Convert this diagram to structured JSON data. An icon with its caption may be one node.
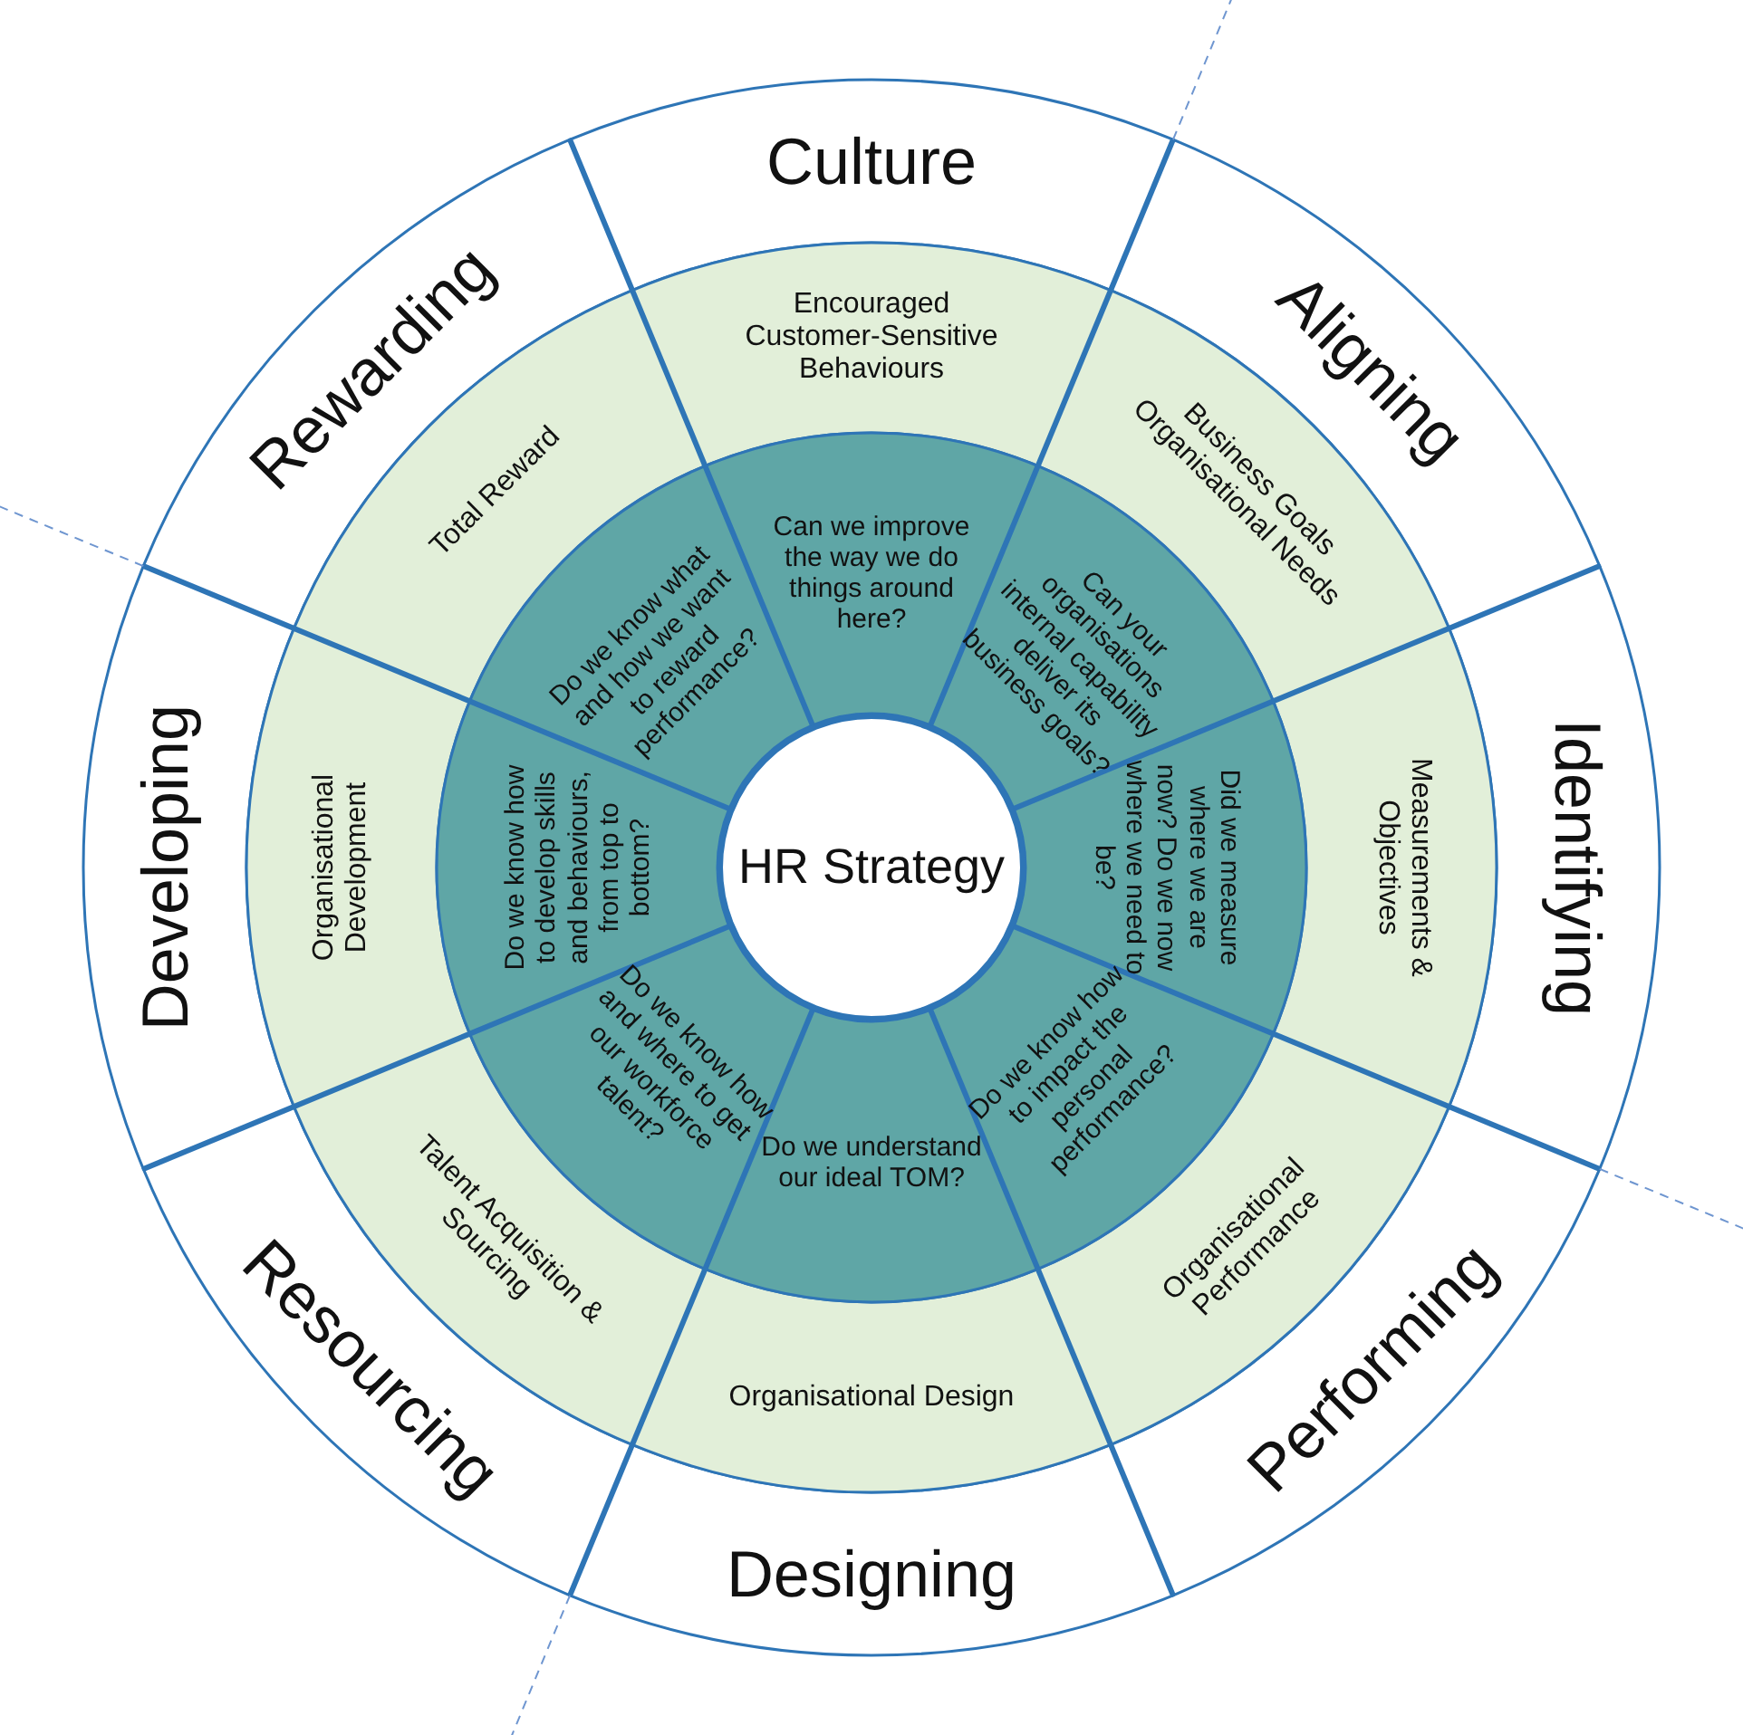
{
  "diagram": {
    "nodes": [
      {
        "text": [
          "HR Strategy"
        ]
      },
      {
        "text": [
          "Culture"
        ]
      },
      {
        "text": [
          "Encouraged Customer-Sensitive Behaviours"
        ]
      },
      {
        "text": [
          "Can we improve the way we do things around here?"
        ]
      },
      {
        "text": [
          "Aligning"
        ]
      },
      {
        "text": [
          "Business Goals Organisational Needs"
        ]
      },
      {
        "text": [
          "Can your organisations internal capability deliver its business goals?"
        ]
      },
      {
        "text": [
          "Identifying"
        ]
      },
      {
        "text": [
          "Measurements & Objectives"
        ]
      },
      {
        "text": [
          "Did we measure where we are now? Do we now where we need to be?"
        ]
      },
      {
        "text": [
          "Performing"
        ]
      },
      {
        "text": [
          "Organisational Performance"
        ]
      },
      {
        "text": [
          "Do we know how to impact the personal performance?"
        ]
      },
      {
        "text": [
          "Designing"
        ]
      },
      {
        "text": [
          "Organisational Design"
        ]
      },
      {
        "text": [
          "Do we understand our ideal TOM?"
        ]
      },
      {
        "text": [
          "Resourcing"
        ]
      },
      {
        "text": [
          "Talent Acquisition & Sourcing"
        ]
      },
      {
        "text": [
          "Do we know how and where to get our workforce talent?"
        ]
      },
      {
        "text": [
          "Developing"
        ]
      },
      {
        "text": [
          "Organisational Development"
        ]
      },
      {
        "text": [
          "Do we know how to develop skills and behaviours, from top to bottom?"
        ]
      },
      {
        "text": [
          "Rewarding"
        ]
      },
      {
        "text": [
          "Total Reward"
        ]
      },
      {
        "text": [
          "Do we know what and how we want to reward performance?"
        ]
      }
    ]
  }
}
